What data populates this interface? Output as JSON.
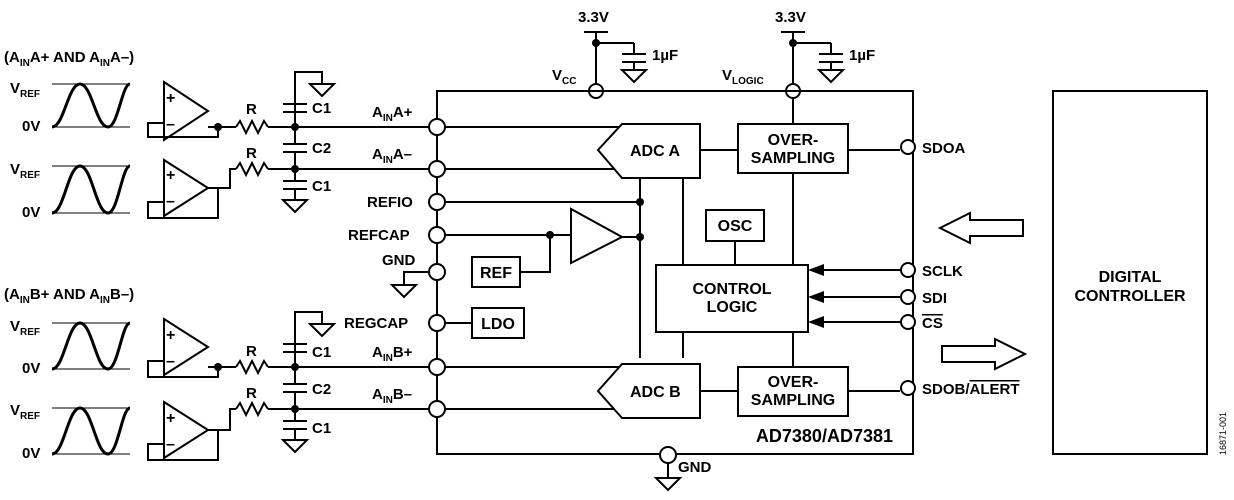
{
  "supplies": {
    "vcc": {
      "voltage": "3.3V",
      "cap": "1µF",
      "pin_main": "V",
      "pin_sub": "CC"
    },
    "vlogic": {
      "voltage": "3.3V",
      "cap": "1µF",
      "pin_main": "V",
      "pin_sub": "LOGIC"
    }
  },
  "groups": {
    "a": {
      "p1": "(A",
      "s1": "IN",
      "p2": "A+ AND A",
      "s2": "IN",
      "p3": "A–)"
    },
    "b": {
      "p1": "(A",
      "s1": "IN",
      "p2": "B+ AND A",
      "s2": "IN",
      "p3": "B–)"
    }
  },
  "sources": {
    "vref_main": "V",
    "vref_sub": "REF",
    "zero": "0V"
  },
  "components": {
    "r": "R",
    "c1": "C1",
    "c2": "C2"
  },
  "pins": {
    "ainap": {
      "main": "A",
      "sub": "IN",
      "suffix": "A+"
    },
    "ainam": {
      "main": "A",
      "sub": "IN",
      "suffix": "A–"
    },
    "refio": "REFIO",
    "refcap": "REFCAP",
    "gnd": "GND",
    "regcap": "REGCAP",
    "ainbp": {
      "main": "A",
      "sub": "IN",
      "suffix": "B+"
    },
    "ainbm": {
      "main": "A",
      "sub": "IN",
      "suffix": "B–"
    },
    "sdoa": "SDOA",
    "sclk": "SCLK",
    "sdi": "SDI",
    "cs": "CS",
    "sdob": "SDOB/",
    "alert": "ALERT",
    "gnd_bottom": "GND"
  },
  "blocks": {
    "adc_a": "ADC A",
    "adc_b": "ADC B",
    "oversampling_1": "OVER-",
    "oversampling_2": "SAMPLING",
    "osc": "OSC",
    "control_1": "CONTROL",
    "control_2": "LOGIC",
    "ref": "REF",
    "ldo": "LDO"
  },
  "part_number": "AD7380/AD7381",
  "controller": {
    "line1": "DIGITAL",
    "line2": "CONTROLLER"
  },
  "figure_id": "16871-001"
}
